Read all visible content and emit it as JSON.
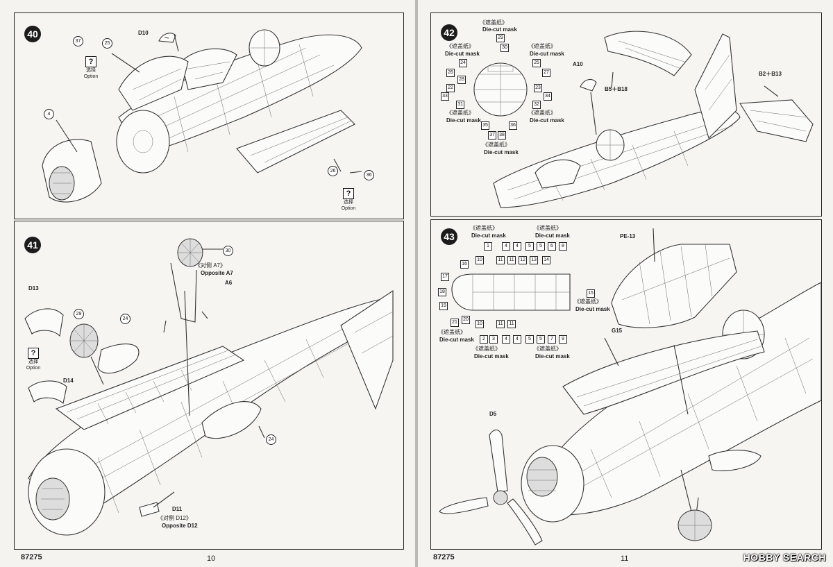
{
  "footer": {
    "left_code": "87275",
    "left_page": "10",
    "right_code": "87275",
    "right_page": "11",
    "watermark": "HOBBY SEARCH"
  },
  "option": {
    "q": "?",
    "cn": "选择",
    "en": "Option"
  },
  "mask": {
    "cn": "《遮盖纸》",
    "en": "Die-cut mask"
  },
  "steps": [
    {
      "number": "40",
      "parts": {
        "p37": "37",
        "p25": "25",
        "p4": "4",
        "d10": "D10",
        "p26": "26",
        "p36": "36"
      }
    },
    {
      "number": "41",
      "parts": {
        "d13": "D13",
        "p29": "29",
        "p24a": "24",
        "d14": "D14",
        "p30": "30",
        "opp_a7_cn": "《对侧 A7》",
        "opp_a7_en": "Opposite A7",
        "a6": "A6",
        "p24b": "24",
        "d11": "D11",
        "opp_d12_cn": "《对侧 D12》",
        "opp_d12_en": "Opposite D12"
      }
    },
    {
      "number": "42",
      "parts": {
        "a10": "A10",
        "b5b18": "B5＋B18",
        "b2b13": "B2＋B13"
      },
      "mask_numbers": [
        "29",
        "30",
        "24",
        "25",
        "26",
        "27",
        "28",
        "22",
        "23",
        "33",
        "34",
        "31",
        "32",
        "35",
        "36",
        "37",
        "38"
      ]
    },
    {
      "number": "43",
      "parts": {
        "pe13": "PE-13",
        "g15": "G15",
        "d5": "D5"
      },
      "mask_top": [
        "1",
        "4",
        "4",
        "5",
        "5",
        "6",
        "8"
      ],
      "mask_row2": [
        "10",
        "11",
        "11",
        "12",
        "13",
        "14"
      ],
      "mask_left": [
        "16",
        "17",
        "18",
        "19",
        "21",
        "20"
      ],
      "mask_right": "15",
      "mask_row_mid": [
        "10",
        "11",
        "11"
      ],
      "mask_bottom": [
        "2",
        "3",
        "4",
        "4",
        "5",
        "5",
        "7",
        "9"
      ]
    }
  ]
}
